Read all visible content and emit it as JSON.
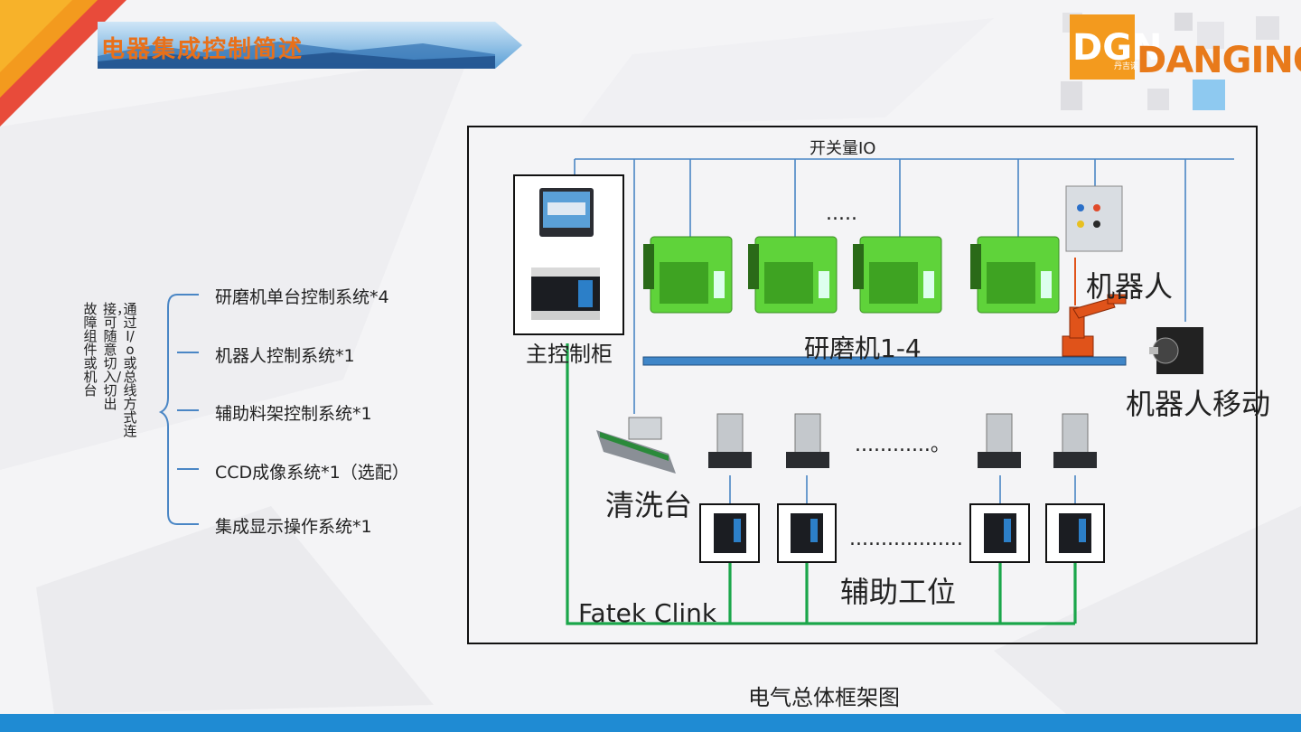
{
  "header": {
    "title": "电器集成控制简述",
    "logo_text": "DANGINO",
    "logo_mark": "DGN",
    "logo_small": "丹吉诺"
  },
  "left": {
    "description_columns": [
      "通过I/o或总线方式连",
      "接，可随意切入/切出",
      "故障组件或机台"
    ],
    "systems": [
      "研磨机单台控制系统*4",
      "机器人控制系统*1",
      "辅助料架控制系统*1",
      "CCD成像系统*1（选配）",
      "集成显示操作系统*1"
    ]
  },
  "diagram": {
    "io_bus_label": "开关量IO",
    "main_cabinet_label": "主控制柜",
    "grinder_ellipsis": ".....",
    "grinder_label": "研磨机1-4",
    "robot_label": "机器人",
    "robot_move_label": "机器人移动",
    "wash_label": "清洗台",
    "station_ellipsis": "............。",
    "plc_ellipsis": "..................",
    "aux_label": "辅助工位",
    "fieldbus_label": "Fatek Clink"
  },
  "caption": "电气总体框架图",
  "colors": {
    "accent": "#e8701a",
    "io_line": "#4a86c5",
    "fieldbus_line": "#1aa64a",
    "grinder_green": "#5fd33a",
    "bottom_bar": "#1f8bd3"
  }
}
